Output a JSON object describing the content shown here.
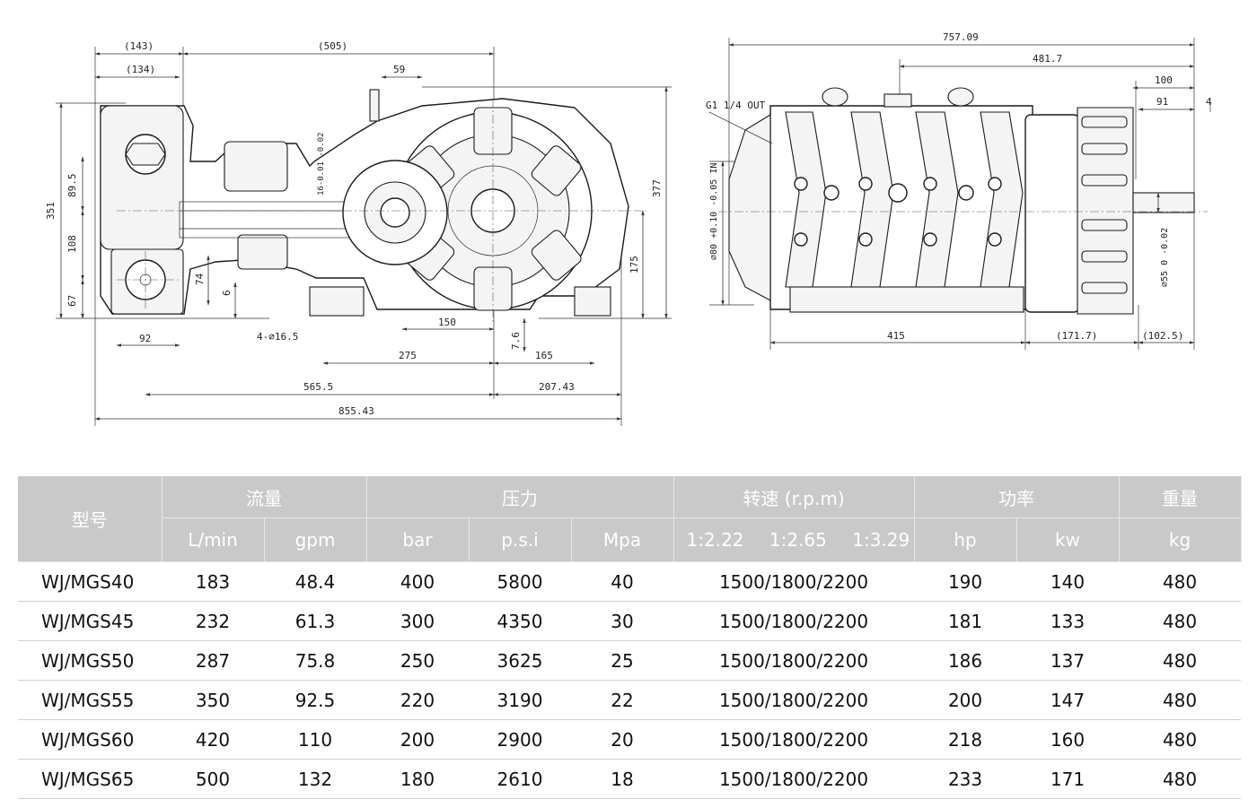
{
  "drawing": {
    "left_view_dims": {
      "top_143": "(143)",
      "top_505": "(505)",
      "top_134": "(134)",
      "top_59": "59",
      "h_351": "351",
      "h_89_5": "89.5",
      "h_108": "108",
      "h_67": "67",
      "h_74": "74",
      "h_6": "6",
      "h_377": "377",
      "h_175": "175",
      "keyway": "16-0.01 -0.02",
      "holes": "4-∅16.5",
      "w_92": "92",
      "w_150": "150",
      "w_7_6": "7.6",
      "w_275": "275",
      "w_165": "165",
      "w_565_5": "565.5",
      "w_207_43": "207.43",
      "w_855_43": "855.43"
    },
    "right_view_dims": {
      "w_757_09": "757.09",
      "w_481_7": "481.7",
      "w_100": "100",
      "w_91": "91",
      "w_4": "4",
      "outlet": "G1 1/4 OUT",
      "inlet": "∅80 +0.10 -0.05 IN",
      "shaft": "∅55 0 -0.02",
      "w_415": "415",
      "w_171_7": "(171.7)",
      "w_102_5": "(102.5)"
    }
  },
  "table": {
    "headers": {
      "model": "型号",
      "flow": "流量",
      "pressure": "压力",
      "speed": "转速 (r.p.m)",
      "power": "功率",
      "weight": "重量"
    },
    "units": {
      "lmin": "L/min",
      "gpm": "gpm",
      "bar": "bar",
      "psi": "p.s.i",
      "mpa": "Mpa",
      "ratio1": "1:2.22",
      "ratio2": "1:2.65",
      "ratio3": "1:3.29",
      "hp": "hp",
      "kw": "kw",
      "kg": "kg"
    },
    "rows": [
      {
        "model": "WJ/MGS40",
        "lmin": "183",
        "gpm": "48.4",
        "bar": "400",
        "psi": "5800",
        "mpa": "40",
        "rpm": "1500/1800/2200",
        "hp": "190",
        "kw": "140",
        "kg": "480"
      },
      {
        "model": "WJ/MGS45",
        "lmin": "232",
        "gpm": "61.3",
        "bar": "300",
        "psi": "4350",
        "mpa": "30",
        "rpm": "1500/1800/2200",
        "hp": "181",
        "kw": "133",
        "kg": "480"
      },
      {
        "model": "WJ/MGS50",
        "lmin": "287",
        "gpm": "75.8",
        "bar": "250",
        "psi": "3625",
        "mpa": "25",
        "rpm": "1500/1800/2200",
        "hp": "186",
        "kw": "137",
        "kg": "480"
      },
      {
        "model": "WJ/MGS55",
        "lmin": "350",
        "gpm": "92.5",
        "bar": "220",
        "psi": "3190",
        "mpa": "22",
        "rpm": "1500/1800/2200",
        "hp": "200",
        "kw": "147",
        "kg": "480"
      },
      {
        "model": "WJ/MGS60",
        "lmin": "420",
        "gpm": "110",
        "bar": "200",
        "psi": "2900",
        "mpa": "20",
        "rpm": "1500/1800/2200",
        "hp": "218",
        "kw": "160",
        "kg": "480"
      },
      {
        "model": "WJ/MGS65",
        "lmin": "500",
        "gpm": "132",
        "bar": "180",
        "psi": "2610",
        "mpa": "18",
        "rpm": "1500/1800/2200",
        "hp": "233",
        "kw": "171",
        "kg": "480"
      }
    ]
  }
}
